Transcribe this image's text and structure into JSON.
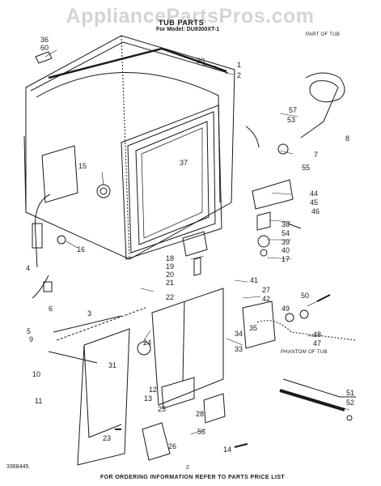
{
  "watermark": "AppliancePartsPros.com",
  "header": {
    "title": "TUB PARTS",
    "model": "For Model: DU8300XT-1"
  },
  "callouts": [
    "36",
    "60",
    "30",
    "1",
    "2",
    "57",
    "53",
    "8",
    "7",
    "55",
    "15",
    "37",
    "44",
    "45",
    "46",
    "38",
    "54",
    "39",
    "40",
    "17",
    "4",
    "16",
    "18",
    "19",
    "20",
    "21",
    "22",
    "41",
    "27",
    "42",
    "50",
    "6",
    "3",
    "49",
    "48",
    "47",
    "5",
    "9",
    "35",
    "34",
    "33",
    "24",
    "31",
    "12",
    "13",
    "10",
    "11",
    "51",
    "52",
    "28",
    "25",
    "56",
    "23",
    "26",
    "14"
  ],
  "notes": {
    "part_of_tub": "PART OF TUB",
    "phantom": "PHANTOM OF TUB"
  },
  "footer": {
    "instruction": "FOR ORDERING INFORMATION REFER TO PARTS PRICE LIST",
    "document_number": "3368445",
    "page_number": "2"
  }
}
